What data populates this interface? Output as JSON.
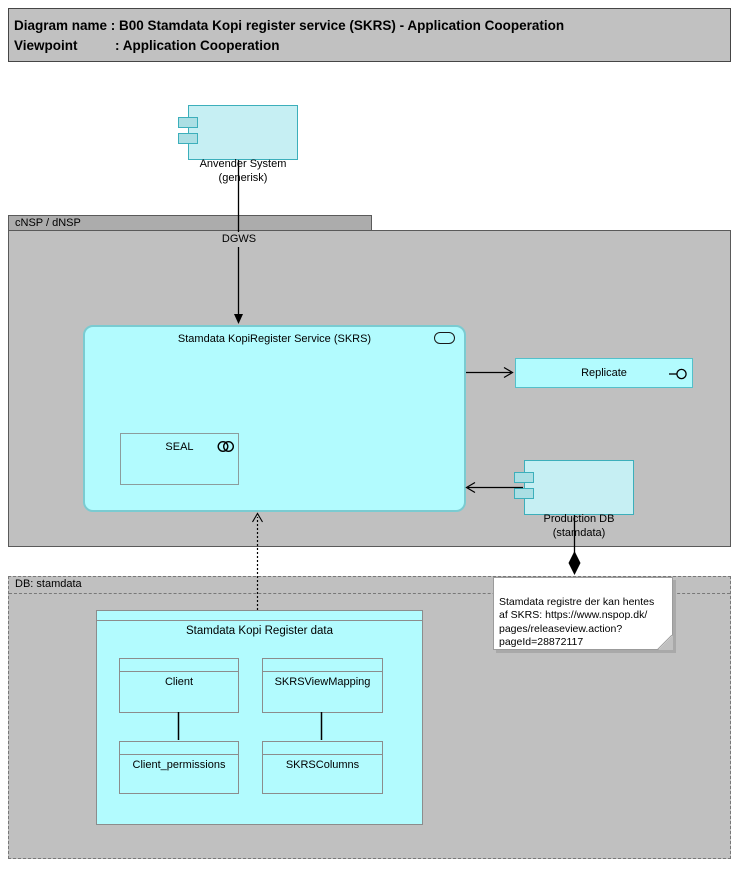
{
  "title_bar": {
    "line1": "Diagram name : B00 Stamdata Kopi register service (SKRS) - Application Cooperation",
    "line2": "Viewpoint          : Application Cooperation"
  },
  "containers": {
    "cnsp": {
      "label": "cNSP / dNSP"
    },
    "db": {
      "label": "DB: stamdata"
    }
  },
  "components": {
    "anvender": {
      "label": "Anvender System\n(generisk)"
    },
    "production_db": {
      "label": "Production DB\n(stamdata)"
    }
  },
  "skrs": {
    "title": "Stamdata KopiRegister Service (SKRS)",
    "seal_label": "SEAL"
  },
  "replicate": {
    "label": "Replicate"
  },
  "flows": {
    "dgws_label": "DGWS"
  },
  "data_group": {
    "title": "Stamdata Kopi Register data",
    "tables": [
      {
        "label": "Client"
      },
      {
        "label": "SKRSViewMapping"
      },
      {
        "label": "Client_permissions"
      },
      {
        "label": "SKRSColumns"
      }
    ]
  },
  "note": {
    "text": "Stamdata registre der kan hentes\naf SKRS: https://www.nspop.dk/\npages/releaseview.action?\npageId=28872117"
  },
  "colors": {
    "container_fill": "#c0c0c0",
    "container_header_fill": "#acacac",
    "component_fill": "#c6eff3",
    "component_border": "#3cafbb",
    "app_fill": "#b2fbfe",
    "app_border": "#7acbd1",
    "data_border": "#8c8c8c",
    "note_fill": "#ffffff",
    "line_color": "#000000"
  }
}
